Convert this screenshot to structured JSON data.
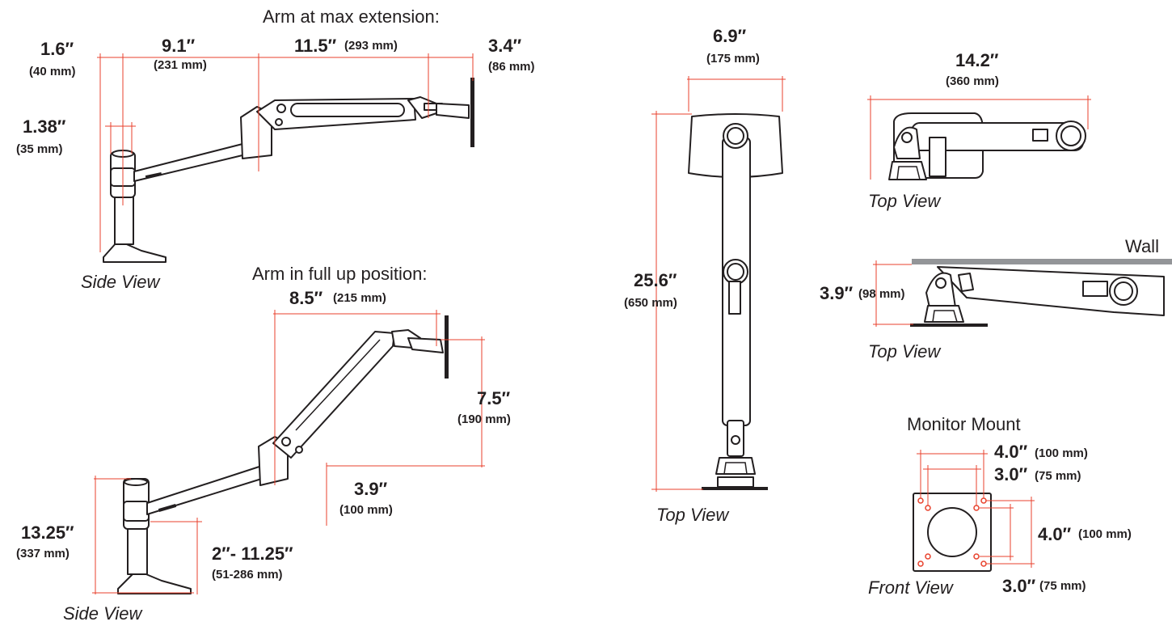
{
  "side_top": {
    "heading": "Arm at max extension:",
    "d1_in": "1.6″",
    "d1_mm": "(40 mm)",
    "d2_in": "9.1″",
    "d2_mm": "(231 mm)",
    "d3_in": "11.5″",
    "d3_mm": "(293 mm)",
    "d4_in": "3.4″",
    "d4_mm": "(86 mm)",
    "d5_in": "1.38″",
    "d5_mm": "(35 mm)",
    "caption": "Side View"
  },
  "side_bottom": {
    "heading": "Arm in full up position:",
    "d1_in": "8.5″",
    "d1_mm": "(215 mm)",
    "d2_in": "7.5″",
    "d2_mm": "(190 mm)",
    "d3_in": "3.9″",
    "d3_mm": "(100 mm)",
    "d4_in": "13.25″",
    "d4_mm": "(337 mm)",
    "d5_in": "2″- 11.25″",
    "d5_mm": "(51-286 mm)",
    "caption": "Side View"
  },
  "top_tall": {
    "d1_in": "6.9″",
    "d1_mm": "(175 mm)",
    "d2_in": "25.6″",
    "d2_mm": "(650 mm)",
    "caption": "Top View"
  },
  "top_right1": {
    "d1_in": "14.2″",
    "d1_mm": "(360 mm)",
    "caption": "Top View"
  },
  "top_right2": {
    "wall_label": "Wall",
    "d1_in": "3.9″",
    "d1_mm": "(98 mm)",
    "caption": "Top View"
  },
  "monitor_mount": {
    "heading": "Monitor Mount",
    "w1_in": "4.0″",
    "w1_mm": "(100 mm)",
    "w2_in": "3.0″",
    "w2_mm": "(75 mm)",
    "h1_in": "4.0″",
    "h1_mm": "(100 mm)",
    "h2_in": "3.0″",
    "h2_mm": "(75 mm)",
    "caption": "Front View"
  },
  "colors": {
    "dimension_line": "#e8412c",
    "line_art": "#231f20",
    "wall": "#939598"
  }
}
